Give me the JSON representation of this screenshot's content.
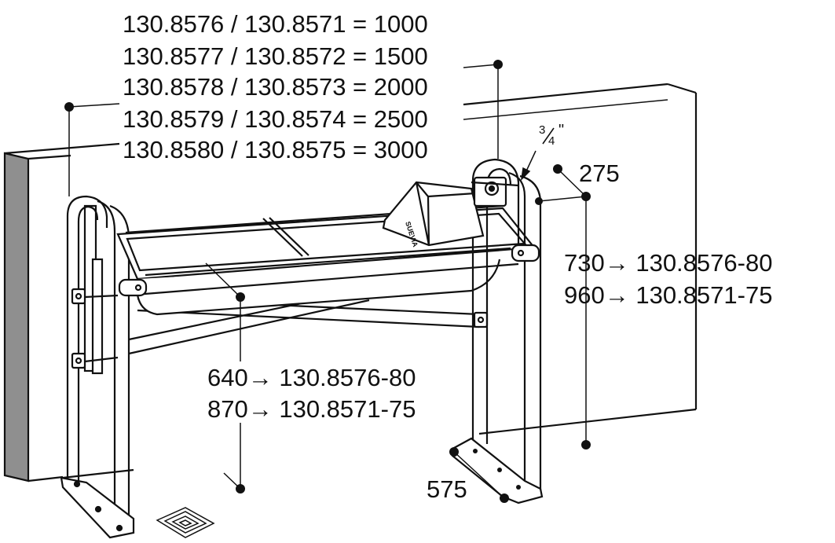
{
  "model_lengths": [
    "130.8576 / 130.8571 = 1000",
    "130.8577 / 130.8572 = 1500",
    "130.8578 / 130.8573 = 2000",
    "130.8579 / 130.8574 = 2500",
    "130.8580 / 130.8575 = 3000"
  ],
  "dimensions": {
    "connection": "3/4\"",
    "connection_numerator": "3",
    "connection_denominator": "4",
    "connection_inch_mark": "\"",
    "width_275": "275",
    "height_730": "730→ 130.8576-80",
    "height_960": "960→ 130.8571-75",
    "trough_640": "640→ 130.8576-80",
    "trough_870": "870→ 130.8571-75",
    "foot_575": "575"
  },
  "logo_text": "SUEVIA",
  "colors": {
    "line": "#111111",
    "wall_edge": "#8f8f8f",
    "background": "#ffffff"
  }
}
